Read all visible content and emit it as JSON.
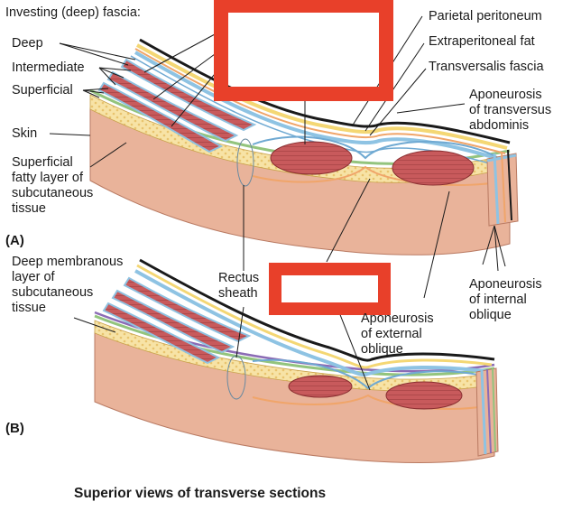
{
  "labels": {
    "investing_fascia": "Investing (deep) fascia:",
    "deep": "Deep",
    "intermediate": "Intermediate",
    "superficial": "Superficial",
    "skin": "Skin",
    "superficial_fatty_layer": "Superficial\nfatty layer of\nsubcutaneous\ntissue",
    "parietal_peritoneum": "Parietal peritoneum",
    "extraperitoneal_fat": "Extraperitoneal fat",
    "transversalis_fascia": "Transversalis fascia",
    "aponeurosis_transversus": "Aponeurosis\nof transversus\nabdominis",
    "deep_membranous_layer": "Deep membranous\nlayer of\nsubcutaneous\ntissue",
    "rectus_sheath": "Rectus\nsheath",
    "aponeurosis_internal": "Aponeurosis\nof internal\noblique",
    "aponeurosis_external": "Aponeurosis\nof external\noblique",
    "panel_a": "(A)",
    "panel_b": "(B)",
    "caption": "Superior views of transverse sections"
  },
  "colors": {
    "skin": "#e9b39a",
    "fat": "#f7e3a6",
    "muscle": "#c85a5c",
    "fascia_blue": "#8ec3e3",
    "fascia_green": "#93c47d",
    "fascia_purple": "#8b6bb5",
    "peritoneum": "#1a1a1a",
    "redaction": "#e8402a"
  }
}
